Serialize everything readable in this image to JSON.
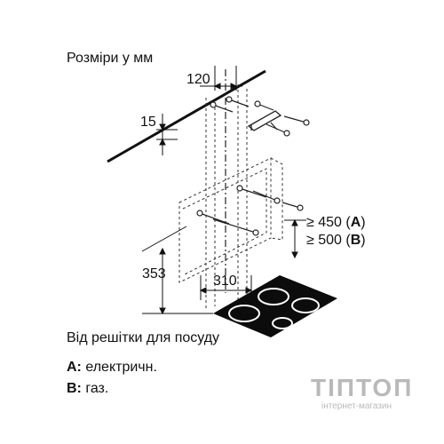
{
  "heading": "Розміри у мм",
  "dimensions": {
    "bracket_width": "120",
    "bracket_offset": "15",
    "hood_height": "353",
    "hood_depth": "310"
  },
  "clearance": {
    "electric": {
      "symbol": "≥",
      "value": "450",
      "key": "A"
    },
    "gas": {
      "symbol": "≥",
      "value": "500",
      "key": "B"
    }
  },
  "from_grate_note": "Від решітки для посуду",
  "legend": {
    "a_key": "A:",
    "a_text": "електричн.",
    "b_key": "B:",
    "b_text": "газ."
  },
  "watermark": {
    "logo": "ТІПТОП",
    "subtitle": "інтернет-магазин"
  }
}
